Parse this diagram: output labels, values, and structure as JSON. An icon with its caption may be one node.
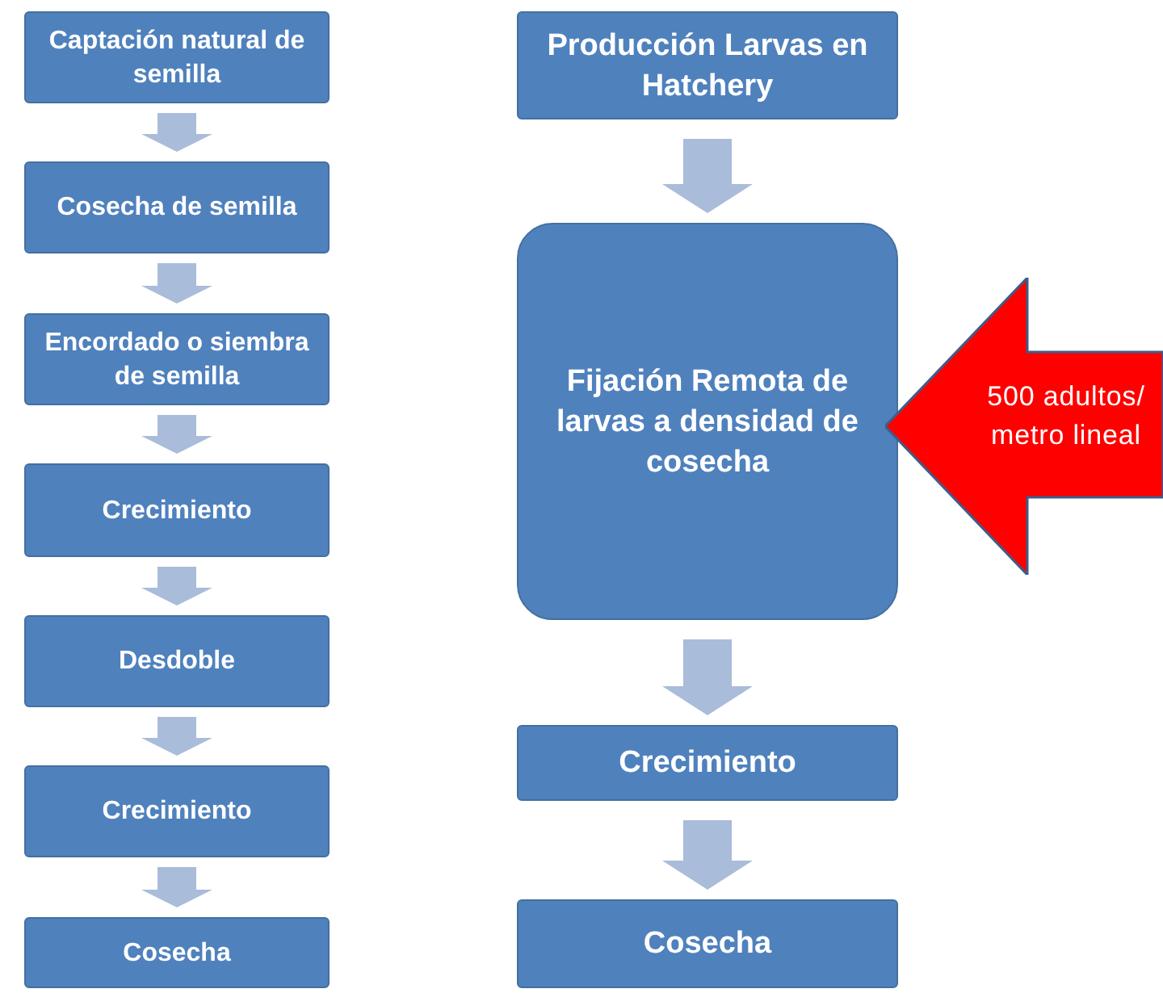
{
  "diagram": {
    "nodes": [
      {
        "text": [
          "Captación natural de semilla"
        ]
      },
      {
        "text": [
          "Cosecha de semilla"
        ]
      },
      {
        "text": [
          "Encordado o siembra de semilla"
        ]
      },
      {
        "text": [
          "Crecimiento"
        ]
      },
      {
        "text": [
          "Desdoble"
        ]
      },
      {
        "text": [
          "Crecimiento"
        ]
      },
      {
        "text": [
          "Cosecha"
        ]
      },
      {
        "text": [
          "Producción Larvas en Hatchery"
        ]
      },
      {
        "text": [
          "Fijación Remota de larvas a densidad de cosecha"
        ]
      },
      {
        "text": [
          "Crecimiento"
        ]
      },
      {
        "text": [
          "Cosecha"
        ]
      },
      {
        "text": [
          "500 adultos/ metro lineal"
        ]
      }
    ],
    "edges": [
      {
        "from": 0,
        "to": 1,
        "arrow": "to"
      },
      {
        "from": 1,
        "to": 2,
        "arrow": "to"
      },
      {
        "from": 2,
        "to": 3,
        "arrow": "to"
      },
      {
        "from": 3,
        "to": 4,
        "arrow": "to"
      },
      {
        "from": 4,
        "to": 5,
        "arrow": "to"
      },
      {
        "from": 5,
        "to": 6,
        "arrow": "to"
      },
      {
        "from": 7,
        "to": 8,
        "arrow": "to"
      },
      {
        "from": 8,
        "to": 9,
        "arrow": "to"
      },
      {
        "from": 9,
        "to": 10,
        "arrow": "to"
      }
    ]
  }
}
